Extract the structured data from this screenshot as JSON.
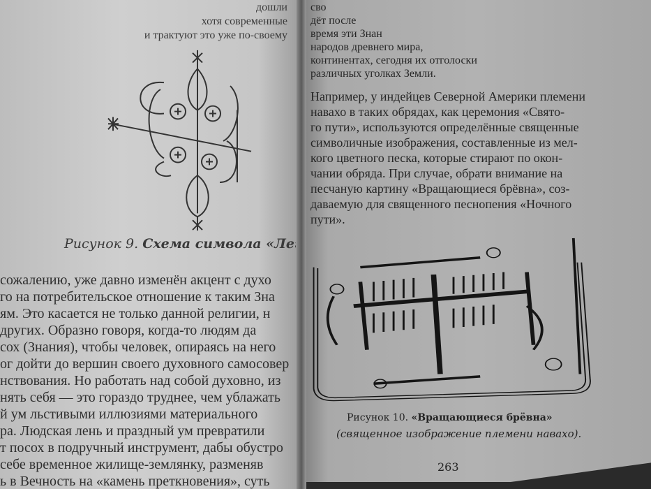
{
  "left_page": {
    "top_fragments": [
      "дошли",
      "хотя современные",
      "и трактуют это уже по-своему"
    ],
    "figure_caption": {
      "prefix": "Рисунок 9.",
      "title": "Схема символа «Легба»."
    },
    "lines": [
      "сожалению, уже давно изменён акцент с духо",
      "го на потребительское отношение к таким Зна",
      "ям. Это касается не только данной религии, н",
      "других. Образно говоря, когда-то людям да",
      "сох (Знания), чтобы человек, опираясь на него",
      "ог дойти до вершин своего духовного самосовер",
      "нствования. Но работать над собой духовно, из",
      "нять себя — это гораздо труднее, чем ублажать",
      "й ум льстивыми иллюзиями материального",
      "ра. Людская лень и праздный ум превратили",
      "т посох в подручный инструмент, дабы обустро",
      "себе временное жилище-землянку, разменяв",
      "ь в Вечность на «камень преткновения», суть"
    ]
  },
  "right_page": {
    "top_lines": [
      "сво",
      "дёт после",
      "время эти Знан",
      "народов древнего мира,",
      "континентах, сегодня их отголоски",
      "различных уголках Земли."
    ],
    "paragraph": [
      "Например, у индейцев Северной Америки племени",
      "навахо в таких обрядах, как церемония «Свято-",
      "го пути», используются определённые священные",
      "символичные изображения, составленные из мел-",
      "кого цветного песка, которые стирают по окон-",
      "чании обряда. При случае, обрати внимание на",
      "песчаную картину «Вращающиеся брёвна», соз-",
      "даваемую для священного песнопения «Ночного",
      "пути»."
    ],
    "figure_caption": {
      "prefix": "Рисунок 10.",
      "title": "«Вращающиеся брёвна»",
      "subtitle": "(священное изображение племени навахо)."
    },
    "page_number": "263"
  }
}
